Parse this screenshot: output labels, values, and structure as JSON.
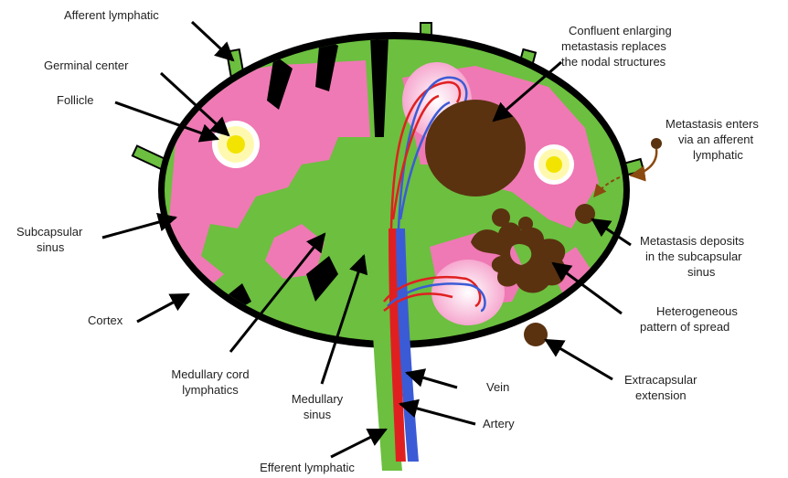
{
  "labels": {
    "afferent_lymphatic": "Afferent lymphatic",
    "germinal_center": "Germinal center",
    "follicle": "Follicle",
    "subcapsular_sinus": [
      "Subcapsular",
      "sinus"
    ],
    "cortex": "Cortex",
    "medullary_cord": [
      "Medullary cord",
      "lymphatics"
    ],
    "medullary_sinus": [
      "Medullary",
      "sinus"
    ],
    "efferent_lymphatic": "Efferent lymphatic",
    "confluent": [
      "Confluent enlarging",
      "metastasis replaces",
      "the nodal structures"
    ],
    "metastasis_enters": [
      "Metastasis enters",
      "via an afferent",
      "lymphatic"
    ],
    "metastasis_deposits": [
      "Metastasis deposits",
      "in the subcapsular",
      "sinus"
    ],
    "heterogeneous": [
      "Heterogeneous",
      "pattern of spread"
    ],
    "extracapsular": [
      "Extracapsular",
      "extension"
    ],
    "vein": "Vein",
    "artery": "Artery"
  },
  "colors": {
    "capsule": "#000000",
    "sinus_green": "#6cbf3f",
    "cortex_pink": "#ef79b4",
    "follicle_pale": "#fff9b0",
    "germinal_yellow": "#f2e400",
    "metastasis_brown": "#5a3210",
    "vein_blue": "#3b5bd6",
    "artery_red": "#e02020"
  }
}
